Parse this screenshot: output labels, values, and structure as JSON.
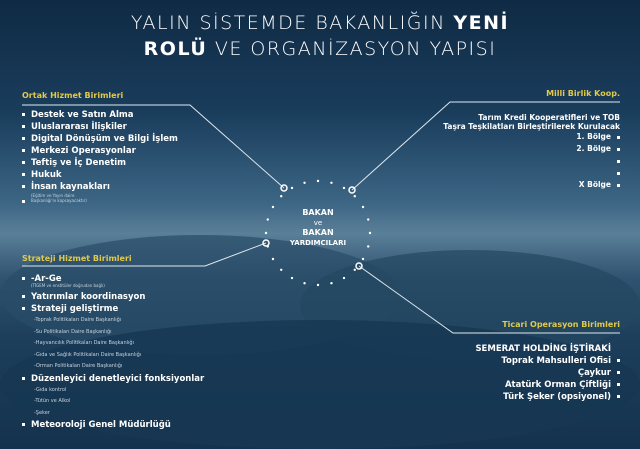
{
  "title": {
    "line1_light": "YALIN SİSTEMDE BAKANLIĞIN",
    "line1_bold": "YENİ",
    "line2_bold": "ROLÜ",
    "line2_light": "VE ORGANİZASYON YAPISI"
  },
  "center": {
    "line1": "BAKAN",
    "line2": "ve",
    "line3": "BAKAN",
    "line4": "YARDIMCILARI"
  },
  "ortak": {
    "header": "Ortak Hizmet Birimleri",
    "items": [
      "Destek ve Satın Alma",
      "Uluslararası İlişkiler",
      "Digital Dönüşüm ve Bilgi İşlem",
      "Merkezi Operasyonlar",
      "Teftiş ve İç Denetim",
      "Hukuk",
      "İnsan kaynakları"
    ],
    "note1": "(Eğitim ve Yayın daire",
    "note2": "Başkanlığı'nı kapsayacaktır)"
  },
  "strateji": {
    "header": "Strateji Hizmet Birimleri",
    "arge": "-Ar-Ge",
    "arge_note": "(TİGEM ve enstitüler doğrudan bağlı)",
    "yatirim": "Yatırımlar koordinasyon",
    "strateji": "Strateji geliştirme",
    "strateji_subs": [
      "-Toprak Politikaları Daire Başkanlığı",
      "-Su Politikaları Daire Başkanlığı",
      "-Hayvancılık Politikaları Daire Başkanlığı",
      "-Gıda ve Sağlık Politikaları Daire Başkanlığı",
      "-Orman Politikaları Daire Başkanlığı"
    ],
    "duzen": "Düzenleyici denetleyici fonksiyonlar",
    "duzen_subs": [
      "-Gıda kontrol",
      "-Tütün ve Alkol",
      "-Şeker"
    ],
    "meteo": "Meteoroloji Genel Müdürlüğü"
  },
  "milli": {
    "header": "Milli Birlik Koop.",
    "line1": "Tarım Kredi Kooperatifleri ve TOB",
    "line2": "Taşra Teşkilatları Birleştirilerek Kurulacak",
    "items": [
      "1. Bölge",
      "2. Bölge",
      "X Bölge"
    ]
  },
  "ticari": {
    "header": "Ticari Operasyon Birimleri",
    "sub": "SEMERAT HOLDİNG İŞTİRAKİ",
    "items": [
      "Toprak Mahsulleri Ofisi",
      "Çaykur",
      "Atatürk Orman Çiftliği",
      "Türk Şeker (opsiyonel)"
    ]
  },
  "colors": {
    "accent": "#e3c94a",
    "bg": "#1a3d5c"
  }
}
